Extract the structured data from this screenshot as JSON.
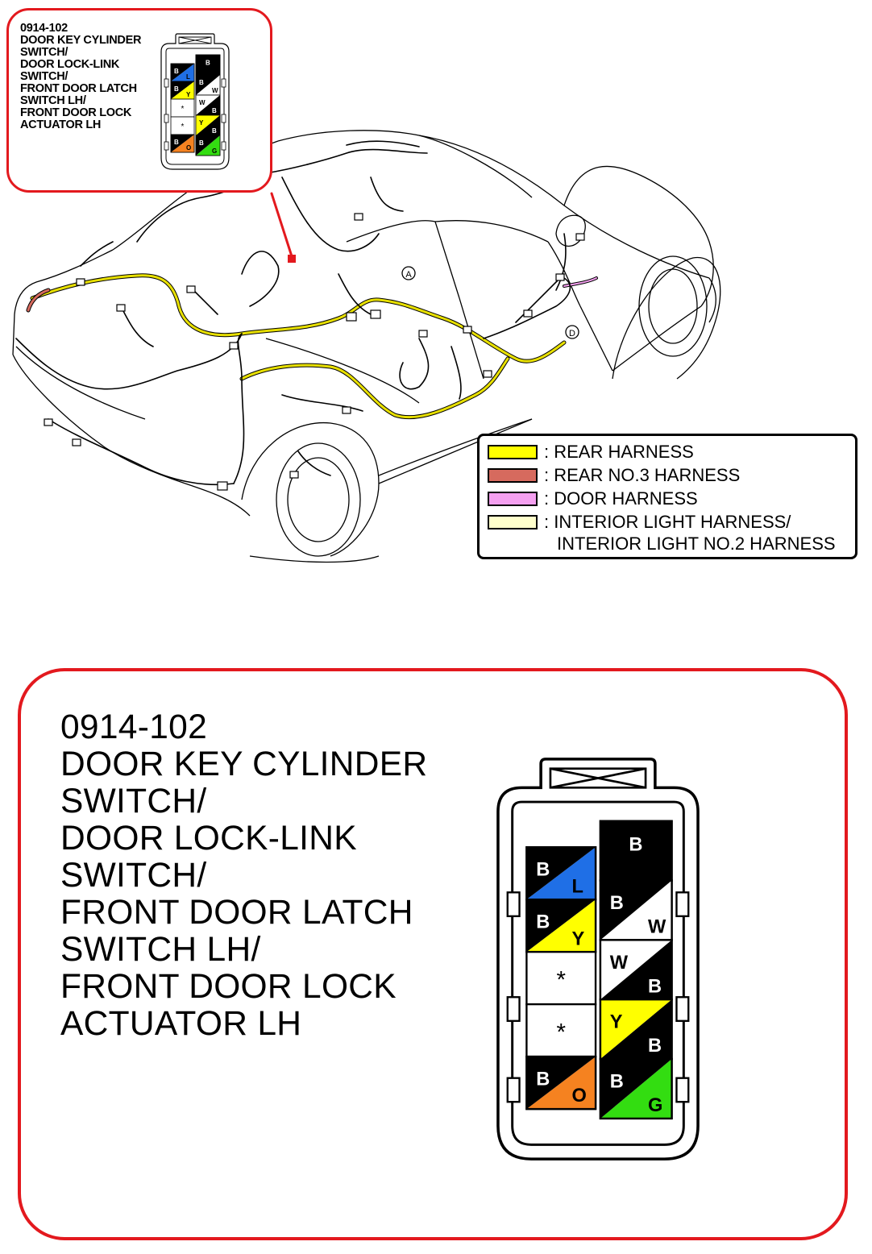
{
  "connector": {
    "code": "0914-102",
    "name_lines": [
      "DOOR KEY CYLINDER",
      "SWITCH/",
      "DOOR LOCK-LINK",
      "SWITCH/",
      "FRONT DOOR LATCH",
      "SWITCH LH/",
      "FRONT DOOR LOCK",
      "ACTUATOR LH"
    ],
    "left_pins": [
      {
        "top": "B",
        "bottom": "L",
        "color": "#1f6fe6"
      },
      {
        "top": "B",
        "bottom": "Y",
        "color": "#ffff00"
      },
      {
        "top": "*",
        "bottom": "",
        "color": "#ffffff"
      },
      {
        "top": "*",
        "bottom": "",
        "color": "#ffffff"
      },
      {
        "top": "B",
        "bottom": "O",
        "color": "#f58220"
      }
    ],
    "right_pins": [
      {
        "top": "B",
        "bottom": "",
        "color": "#000000"
      },
      {
        "top": "B",
        "bottom": "W",
        "color": "#ffffff"
      },
      {
        "top": "W",
        "bottom": "B",
        "color": "#ffffff"
      },
      {
        "top": "Y",
        "bottom": "B",
        "color": "#ffff00"
      },
      {
        "top": "B",
        "bottom": "G",
        "color": "#33dd11"
      }
    ]
  },
  "legend": [
    {
      "label": ": REAR HARNESS",
      "color": "#ffff00"
    },
    {
      "label": ": REAR NO.3 HARNESS",
      "color": "#d66a5e"
    },
    {
      "label": ": DOOR HARNESS",
      "color": "#f5a0f0"
    },
    {
      "label": ": INTERIOR LIGHT HARNESS/",
      "label2": "INTERIOR LIGHT NO.2 HARNESS",
      "color": "#ffffcc"
    }
  ],
  "markers": {
    "a": "A",
    "d": "D"
  },
  "colors": {
    "callout_border": "#e3191e",
    "rear_harness": "#e8e000",
    "body_line": "#000000"
  }
}
